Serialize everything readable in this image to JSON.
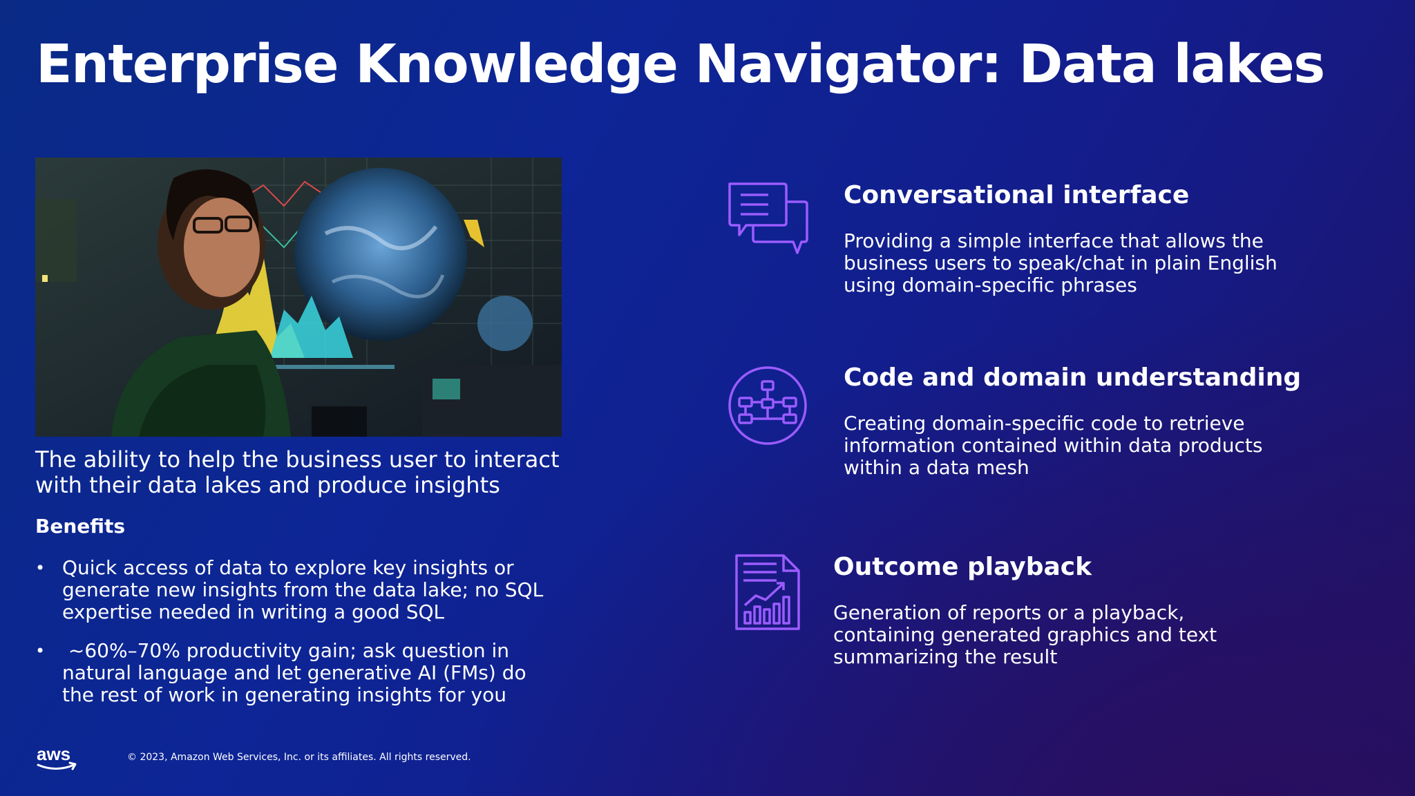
{
  "slide": {
    "title": "Enterprise Knowledge Navigator: Data lakes"
  },
  "left": {
    "intro": "The ability to help the business user to interact with their data lakes and produce insights",
    "benefits_heading": "Benefits",
    "benefits": [
      "Quick access of data to explore key insights or generate new insights from the data lake; no SQL expertise needed in writing a good SQL",
      " ~60%–70% productivity gain; ask question in natural language and let generative AI (FMs) do the rest of work in generating insights for you"
    ],
    "bullet": "•"
  },
  "features": [
    {
      "icon": "chat-bubbles-icon",
      "title": "Conversational interface",
      "description": "Providing a simple interface that allows the business users to speak/chat in plain English using domain-specific phrases"
    },
    {
      "icon": "flow-diagram-icon",
      "title": "Code and domain understanding",
      "description": "Creating domain-specific code to retrieve information contained within data products within a data mesh"
    },
    {
      "icon": "report-chart-icon",
      "title": "Outcome playback",
      "description": "Generation of reports or a playback, containing generated graphics and text summarizing the result"
    }
  ],
  "footer": {
    "logo": "aws",
    "copyright": "© 2023, Amazon Web Services, Inc. or its affiliates. All rights reserved."
  },
  "colors": {
    "accent_icon": "#9b5cff",
    "background_start": "#0a2a86",
    "background_end": "#1e1266",
    "text": "#ffffff"
  }
}
